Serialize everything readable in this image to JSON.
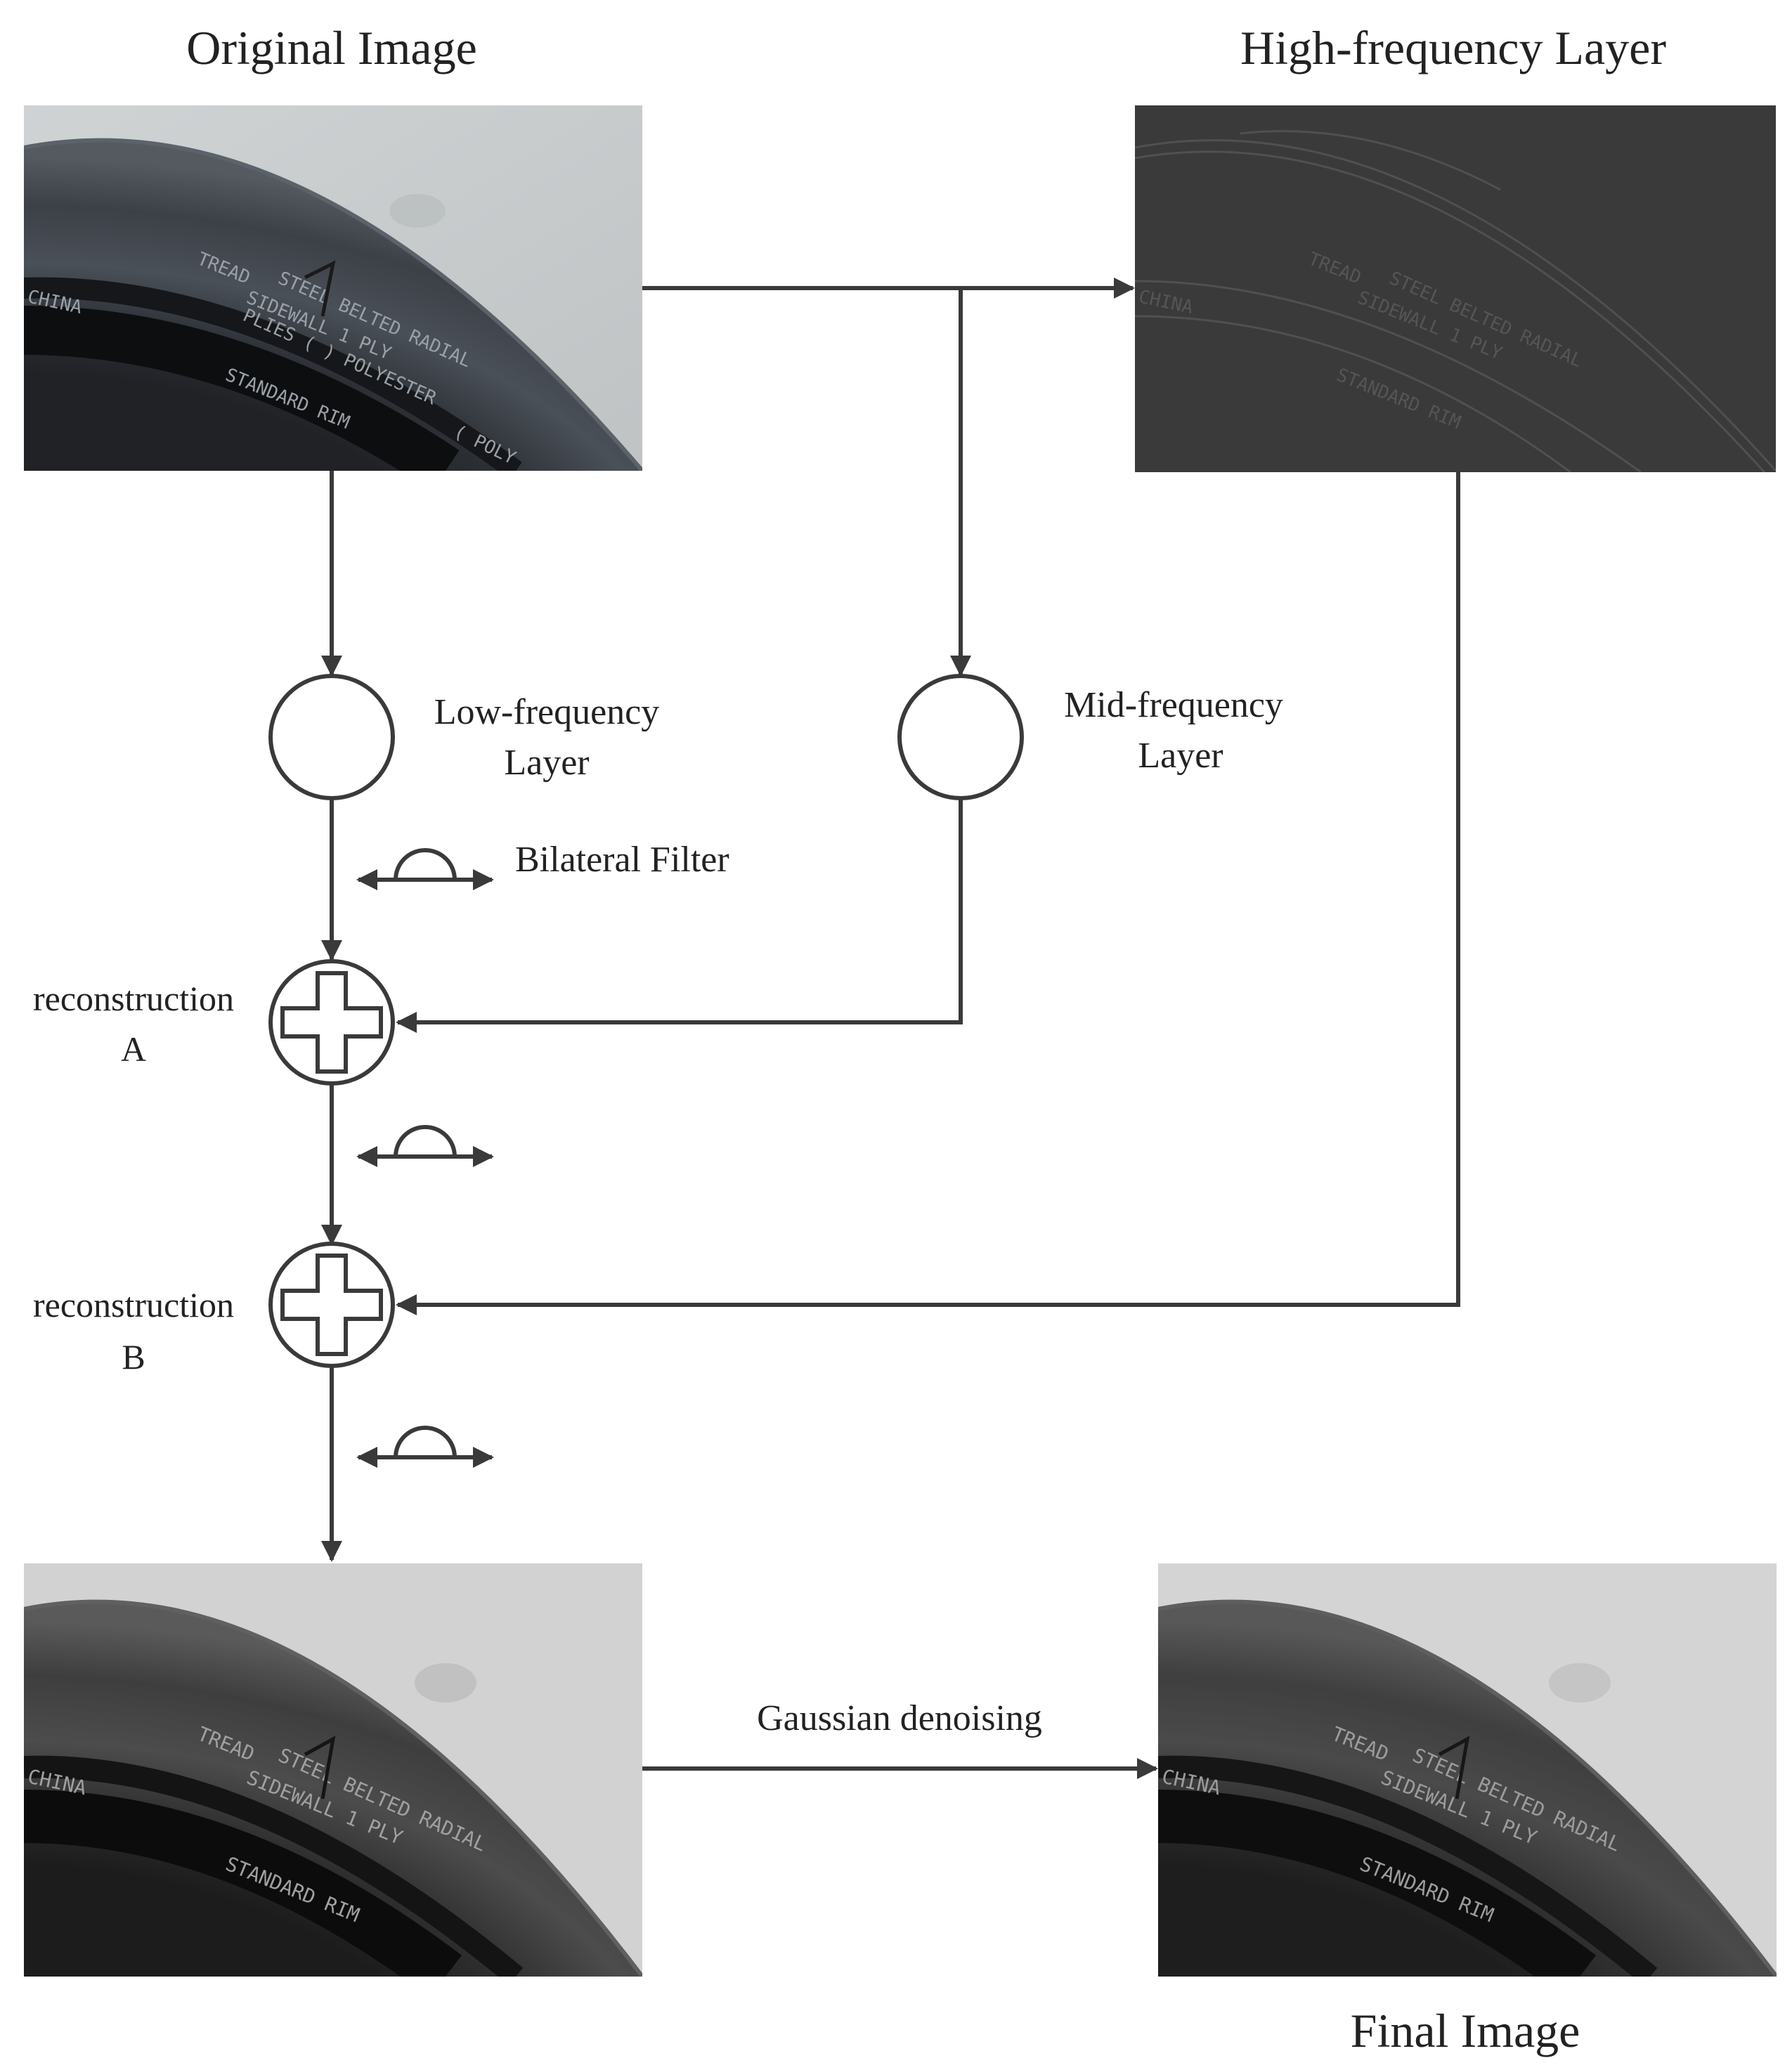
{
  "original_image": {
    "title": "Original  Image",
    "tire_text": [
      "TREAD",
      "STEEL BELTED RADIAL",
      "PLIES ( ) POLYESTER",
      "SIDEWALL 1 PLY",
      "STANDARD RIM",
      "( POLY",
      "CHINA"
    ]
  },
  "high_frequency": {
    "title": "High-frequency Layer"
  },
  "low_frequency": {
    "label_line1": "Low-frequency",
    "label_line2": "Layer"
  },
  "mid_frequency": {
    "label_line1": "Mid-frequency",
    "label_line2": "Layer"
  },
  "bilateral_filter": {
    "label": "Bilateral Filter"
  },
  "reconstruction_a": {
    "label_line1": "reconstruction",
    "label_line2": "A"
  },
  "reconstruction_b": {
    "label_line1": "reconstruction",
    "label_line2": "B"
  },
  "gaussian": {
    "label": "Gaussian denoising"
  },
  "final_image": {
    "title": "Final Image"
  },
  "colors": {
    "line": "#3a3a3a",
    "background_concrete": "#c9cbcc",
    "tire_rubber": "#3e434a",
    "high_freq_fill": "#3a3a3a"
  }
}
